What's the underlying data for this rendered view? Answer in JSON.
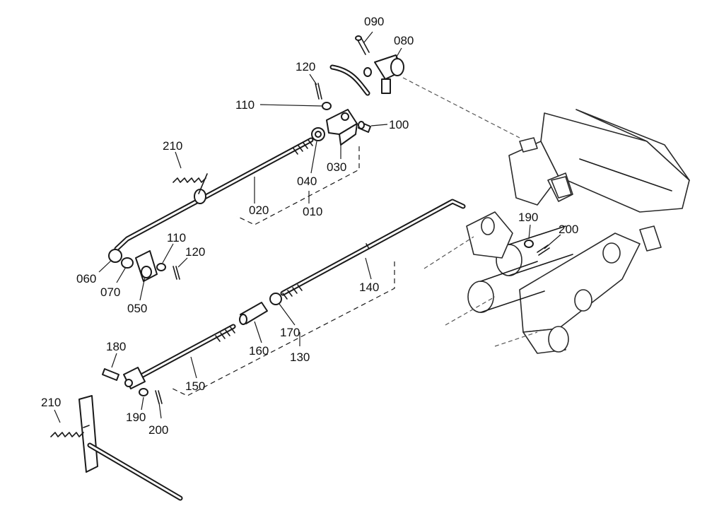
{
  "labels": {
    "p090": "090",
    "p080": "080",
    "p120a": "120",
    "p110a": "110",
    "p100": "100",
    "p210a": "210",
    "p040": "040",
    "p030": "030",
    "p020": "020",
    "p010": "010",
    "p190a": "190",
    "p200a": "200",
    "p110b": "110",
    "p120b": "120",
    "p060": "060",
    "p070": "070",
    "p050": "050",
    "p140": "140",
    "p170": "170",
    "p160": "160",
    "p130": "130",
    "p180": "180",
    "p150": "150",
    "p210b": "210",
    "p190b": "190",
    "p200b": "200"
  }
}
